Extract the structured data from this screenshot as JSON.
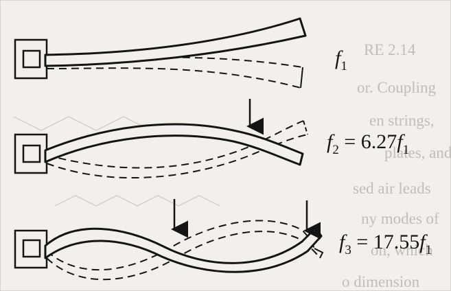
{
  "labels": {
    "mode1": {
      "sym": "f",
      "sub": "1",
      "eq": "",
      "coef": "",
      "sym2": "",
      "sub2": ""
    },
    "mode2": {
      "sym": "f",
      "sub": "2",
      "eq": " = 6.27",
      "coef": "",
      "sym2": "f",
      "sub2": "1"
    },
    "mode3": {
      "sym": "f",
      "sub": "3",
      "eq": " = 17.55",
      "coef": "",
      "sym2": "f",
      "sub2": "1"
    }
  },
  "bleed_through": {
    "line1": "RE 2.14",
    "line2": "or. Coupling",
    "line3": "en strings,",
    "line4": "plates, and",
    "line5": "sed air leads",
    "line6": "ny modes of",
    "line7": "on, which",
    "line8": "o dimension"
  }
}
